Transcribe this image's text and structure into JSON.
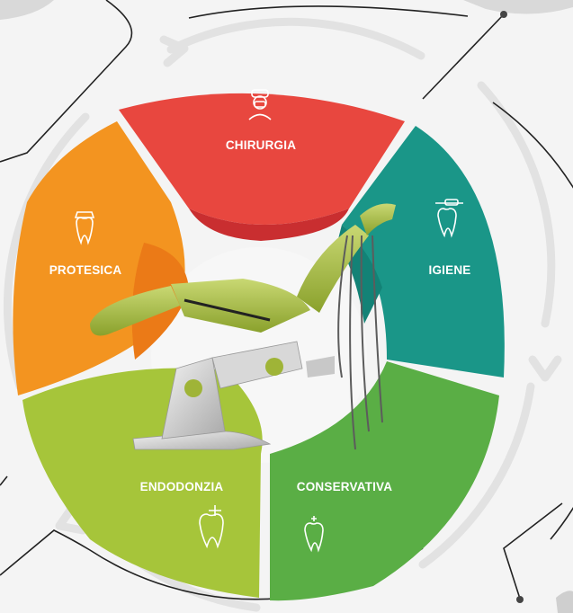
{
  "segments": [
    {
      "key": "chirurgia",
      "label": "CHIRURGIA",
      "icon": "surgeon-icon",
      "color": "#e8473f"
    },
    {
      "key": "igiene",
      "label": "IGIENE",
      "icon": "tooth-cleaning-icon",
      "color": "#1a9688"
    },
    {
      "key": "conservativa",
      "label": "CONSERVATIVA",
      "icon": "tooth-sparkle-icon",
      "color": "#5aae45"
    },
    {
      "key": "endodonzia",
      "label": "ENDODONZIA",
      "icon": "tooth-root-icon",
      "color": "#a6c53a"
    },
    {
      "key": "protesica",
      "label": "PROTESICA",
      "icon": "crown-tooth-icon",
      "color": "#f39420"
    }
  ],
  "center_image": "dental-chair-illustration",
  "colors": {
    "background": "#f4f4f4",
    "ring": "#e3e3e3",
    "line": "#222222"
  }
}
